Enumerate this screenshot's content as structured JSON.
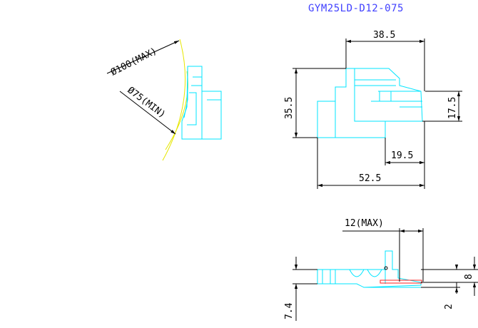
{
  "drawing": {
    "part_number": "GYM25LD-D12-075",
    "colors": {
      "background": "#ffffff",
      "part_outline": "#00e5ff",
      "dimension": "#000000",
      "arc": "#e6e600",
      "highlight": "#ff2020",
      "title": "#4040ff"
    },
    "side_view": {
      "dia_max_label": "Ø100(MAX)",
      "dia_min_label": "Ø75(MIN)"
    },
    "front_view": {
      "width_top": "38.5",
      "height_total": "35.5",
      "height_right": "17.5",
      "width_lower": "19.5",
      "width_total": "52.5"
    },
    "bottom_view": {
      "clamp_max": "12(MAX)",
      "height_8": "8",
      "height_2": "2",
      "thickness": "7.4"
    }
  }
}
